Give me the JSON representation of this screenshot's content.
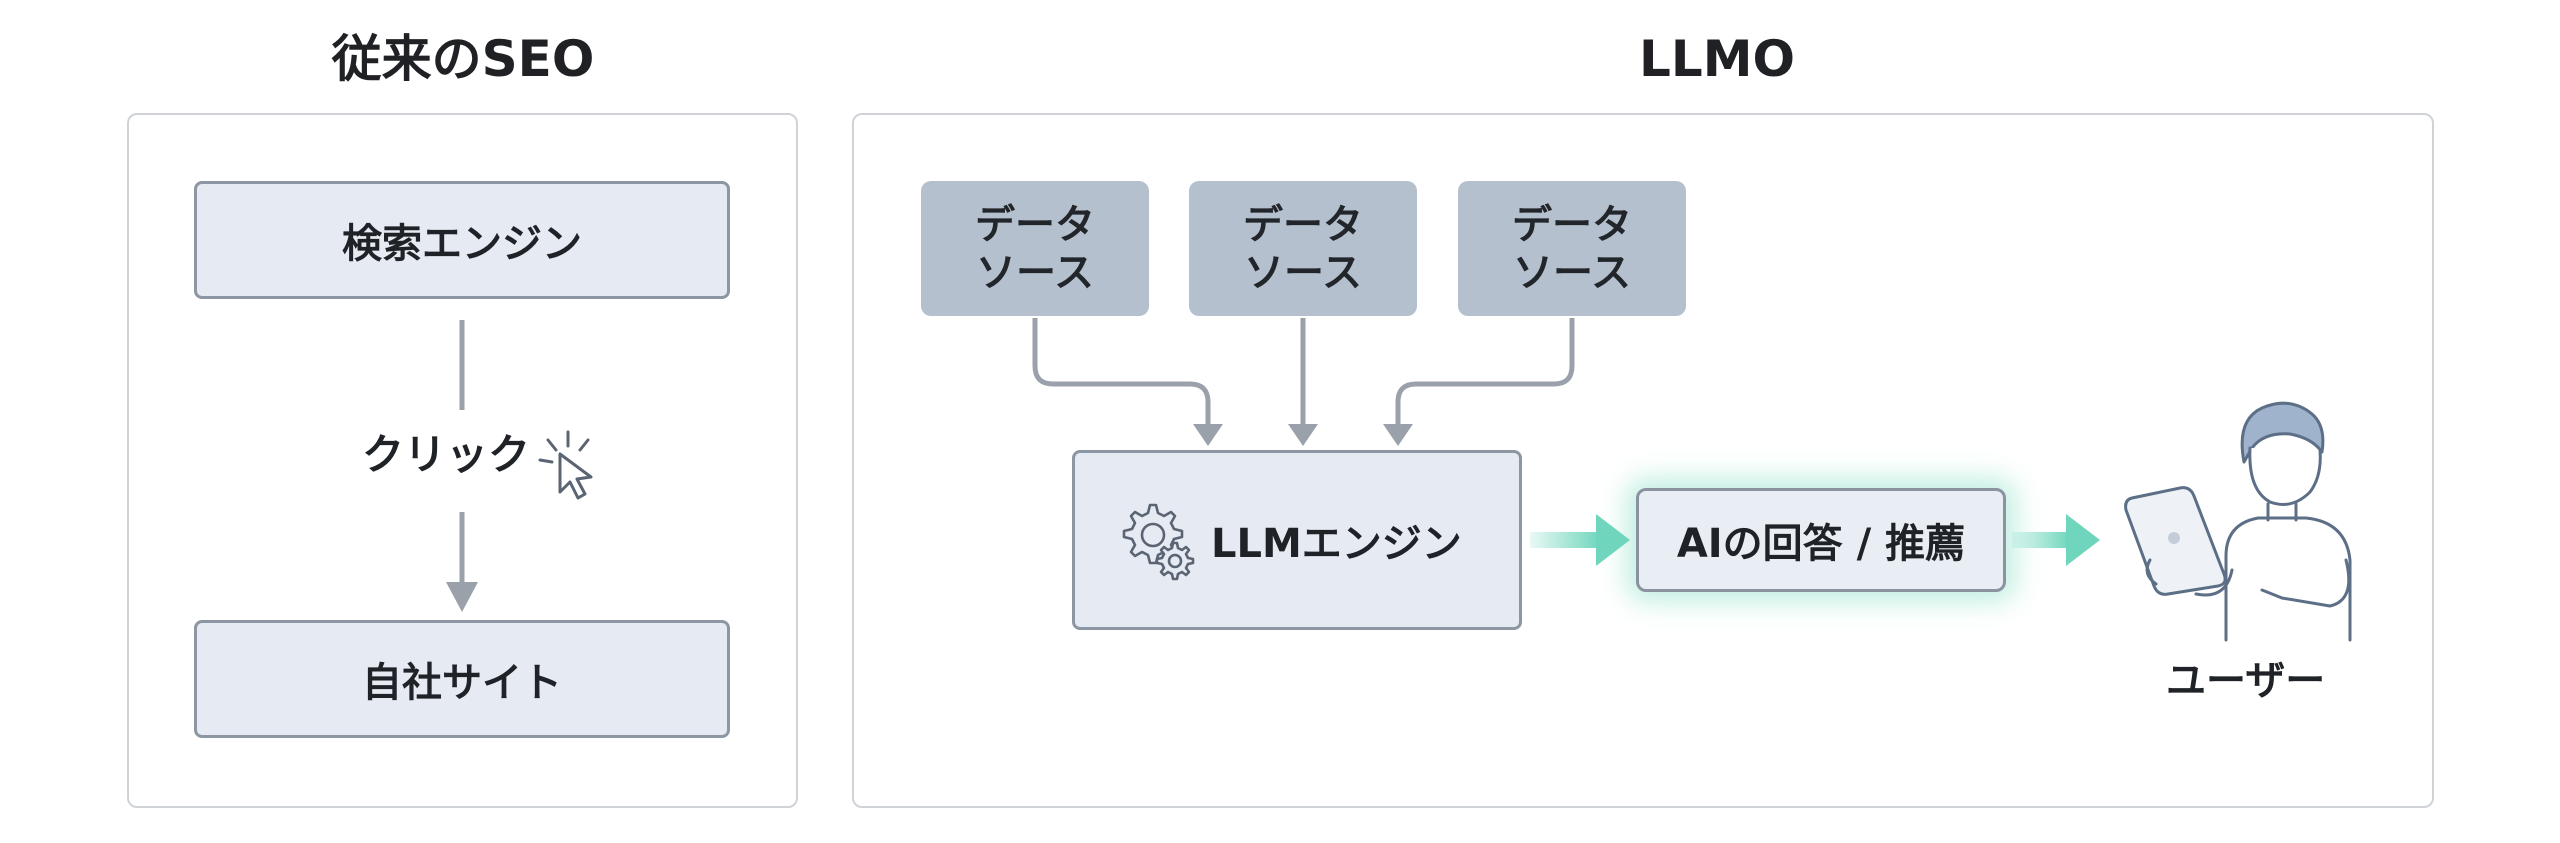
{
  "seo": {
    "title": "従来のSEO",
    "search_engine": "検索エンジン",
    "click": "クリック",
    "own_site": "自社サイト"
  },
  "llmo": {
    "title": "LLMO",
    "sources": [
      {
        "line1": "データ",
        "line2": "ソース"
      },
      {
        "line1": "データ",
        "line2": "ソース"
      },
      {
        "line1": "データ",
        "line2": "ソース"
      }
    ],
    "engine": "LLMエンジン",
    "answer": "AIの回答 / 推薦",
    "user": "ユーザー"
  },
  "colors": {
    "arrow_gray": "#9aa1ab",
    "arrow_teal": "#6fd6bd",
    "panel_border": "#cfd3d8",
    "box_fill": "#e6ebf3",
    "source_fill": "#b5c0ce",
    "user_stroke": "#5c6f86"
  }
}
